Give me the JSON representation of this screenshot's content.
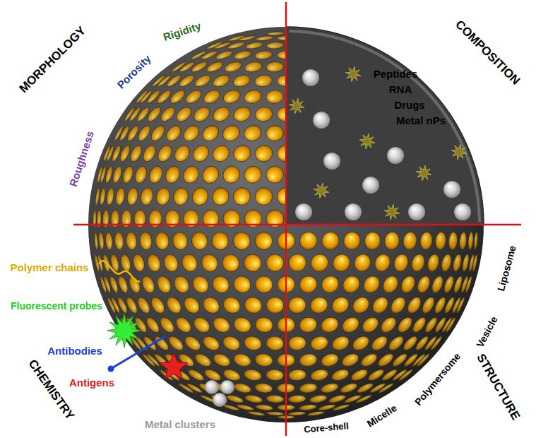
{
  "diagram": {
    "labels": [
      "MORPHOLOGY",
      "Rigidity",
      "Porosity",
      "Roughness",
      "COMPOSITION",
      "Peptides",
      "RNA",
      "Drugs",
      "Metal nPs",
      "Liposome",
      "Vesicle",
      "Polymersome",
      "Micelle",
      "Core-shell",
      "STRUCTURE",
      "CHEMISTRY",
      "Polymer chains",
      "Fluorescent probes",
      "Antibodies",
      "Antigens",
      "Metal clusters"
    ]
  }
}
